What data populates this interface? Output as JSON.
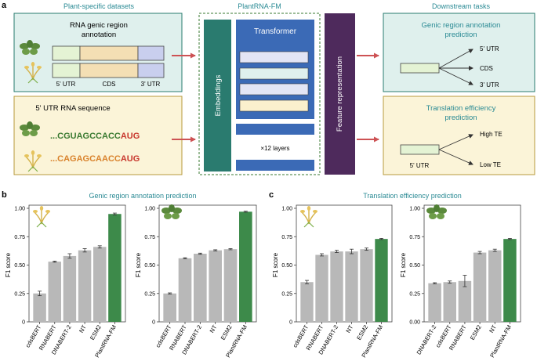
{
  "panel_a": {
    "label": "a",
    "headers": {
      "datasets": "Plant-specific datasets",
      "model": "PlantRNA-FM",
      "tasks": "Downstream tasks"
    },
    "rna_box": {
      "title_line1": "RNA genic region",
      "title_line2": "annotation",
      "seg_labels": [
        "5' UTR",
        "CDS",
        "3' UTR"
      ]
    },
    "utr_box": {
      "title": "5' UTR RNA sequence",
      "seq1_prefix": "...CGUAGCCACC",
      "seq1_start": "AUG",
      "seq2_prefix": "...CAGAGCAACC",
      "seq2_start": "AUG"
    },
    "model": {
      "embeddings": "Embeddings",
      "transformer": "Transformer",
      "layers": "×12 layers",
      "feature": "Feature representation"
    },
    "task1": {
      "title_line1": "Genic region annotation",
      "title_line2": "prediction",
      "outputs": [
        "5' UTR",
        "CDS",
        "3' UTR"
      ]
    },
    "task2": {
      "title_line1": "Translation efficiency",
      "title_line2": "prediction",
      "input": "5' UTR",
      "outputs": [
        "High TE",
        "Low TE"
      ]
    },
    "colors": {
      "teal": "#2a7b6f",
      "purple": "#4e2a5c",
      "transformer_blue": "#3b6ab6",
      "arrow_red": "#cd5254",
      "start_codon": "#c8372d",
      "seq_orange": "#d9822b",
      "seq_green": "#3a7a31"
    }
  },
  "panel_b": {
    "label": "b",
    "title": "Genic region annotation prediction"
  },
  "panel_c": {
    "label": "c",
    "title": "Translation efficiency prediction"
  },
  "chart_data": [
    {
      "type": "bar",
      "panel": "b",
      "plant": "rice-icon",
      "categories": [
        "cdsBERT",
        "RNABERT",
        "DNABERT-2",
        "NT",
        "ESM2",
        "PlantRNA-FM"
      ],
      "values": [
        0.25,
        0.53,
        0.58,
        0.63,
        0.66,
        0.95
      ],
      "errors": [
        0.02,
        0.005,
        0.02,
        0.015,
        0.01,
        0.008
      ],
      "highlight": "PlantRNA-FM",
      "ylabel": "F1 score",
      "ylim": [
        0,
        1
      ],
      "yticks": [
        "0",
        "0.25",
        "0.50",
        "0.75",
        "1.00"
      ]
    },
    {
      "type": "bar",
      "panel": "b",
      "plant": "arabidopsis-icon",
      "categories": [
        "cdsBERT",
        "RNABERT",
        "DNABERT-2",
        "NT",
        "ESM2",
        "PlantRNA-FM"
      ],
      "values": [
        0.25,
        0.56,
        0.6,
        0.63,
        0.64,
        0.97
      ],
      "errors": [
        0.005,
        0.005,
        0.005,
        0.005,
        0.005,
        0.004
      ],
      "highlight": "PlantRNA-FM",
      "ylabel": "F1 score",
      "ylim": [
        0,
        1
      ],
      "yticks": [
        "0",
        "0.25",
        "0.50",
        "0.75",
        "1.00"
      ]
    },
    {
      "type": "bar",
      "panel": "c",
      "plant": "rice-icon",
      "categories": [
        "cdsBERT",
        "RNABERT",
        "DNABERT-2",
        "NT",
        "ESM2",
        "PlantRNA-FM"
      ],
      "values": [
        0.35,
        0.59,
        0.62,
        0.62,
        0.64,
        0.73
      ],
      "errors": [
        0.015,
        0.01,
        0.01,
        0.02,
        0.01,
        0.005
      ],
      "highlight": "PlantRNA-FM",
      "ylabel": "F1 score",
      "ylim": [
        0,
        1
      ],
      "yticks": [
        "0",
        "0.25",
        "0.50",
        "0.75",
        "1.00"
      ]
    },
    {
      "type": "bar",
      "panel": "c",
      "plant": "arabidopsis-icon",
      "categories": [
        "DNABERT-2",
        "cdsBERT",
        "RNABERT",
        "ESM2",
        "NT",
        "PlantRNA-FM"
      ],
      "values": [
        0.34,
        0.35,
        0.36,
        0.61,
        0.63,
        0.73
      ],
      "errors": [
        0.005,
        0.01,
        0.05,
        0.01,
        0.01,
        0.005
      ],
      "highlight": "PlantRNA-FM",
      "ylabel": "F1 score",
      "ylim": [
        0,
        1
      ],
      "yticks": [
        "0.00",
        "0.25",
        "0.50",
        "0.75",
        "1.00"
      ]
    }
  ]
}
